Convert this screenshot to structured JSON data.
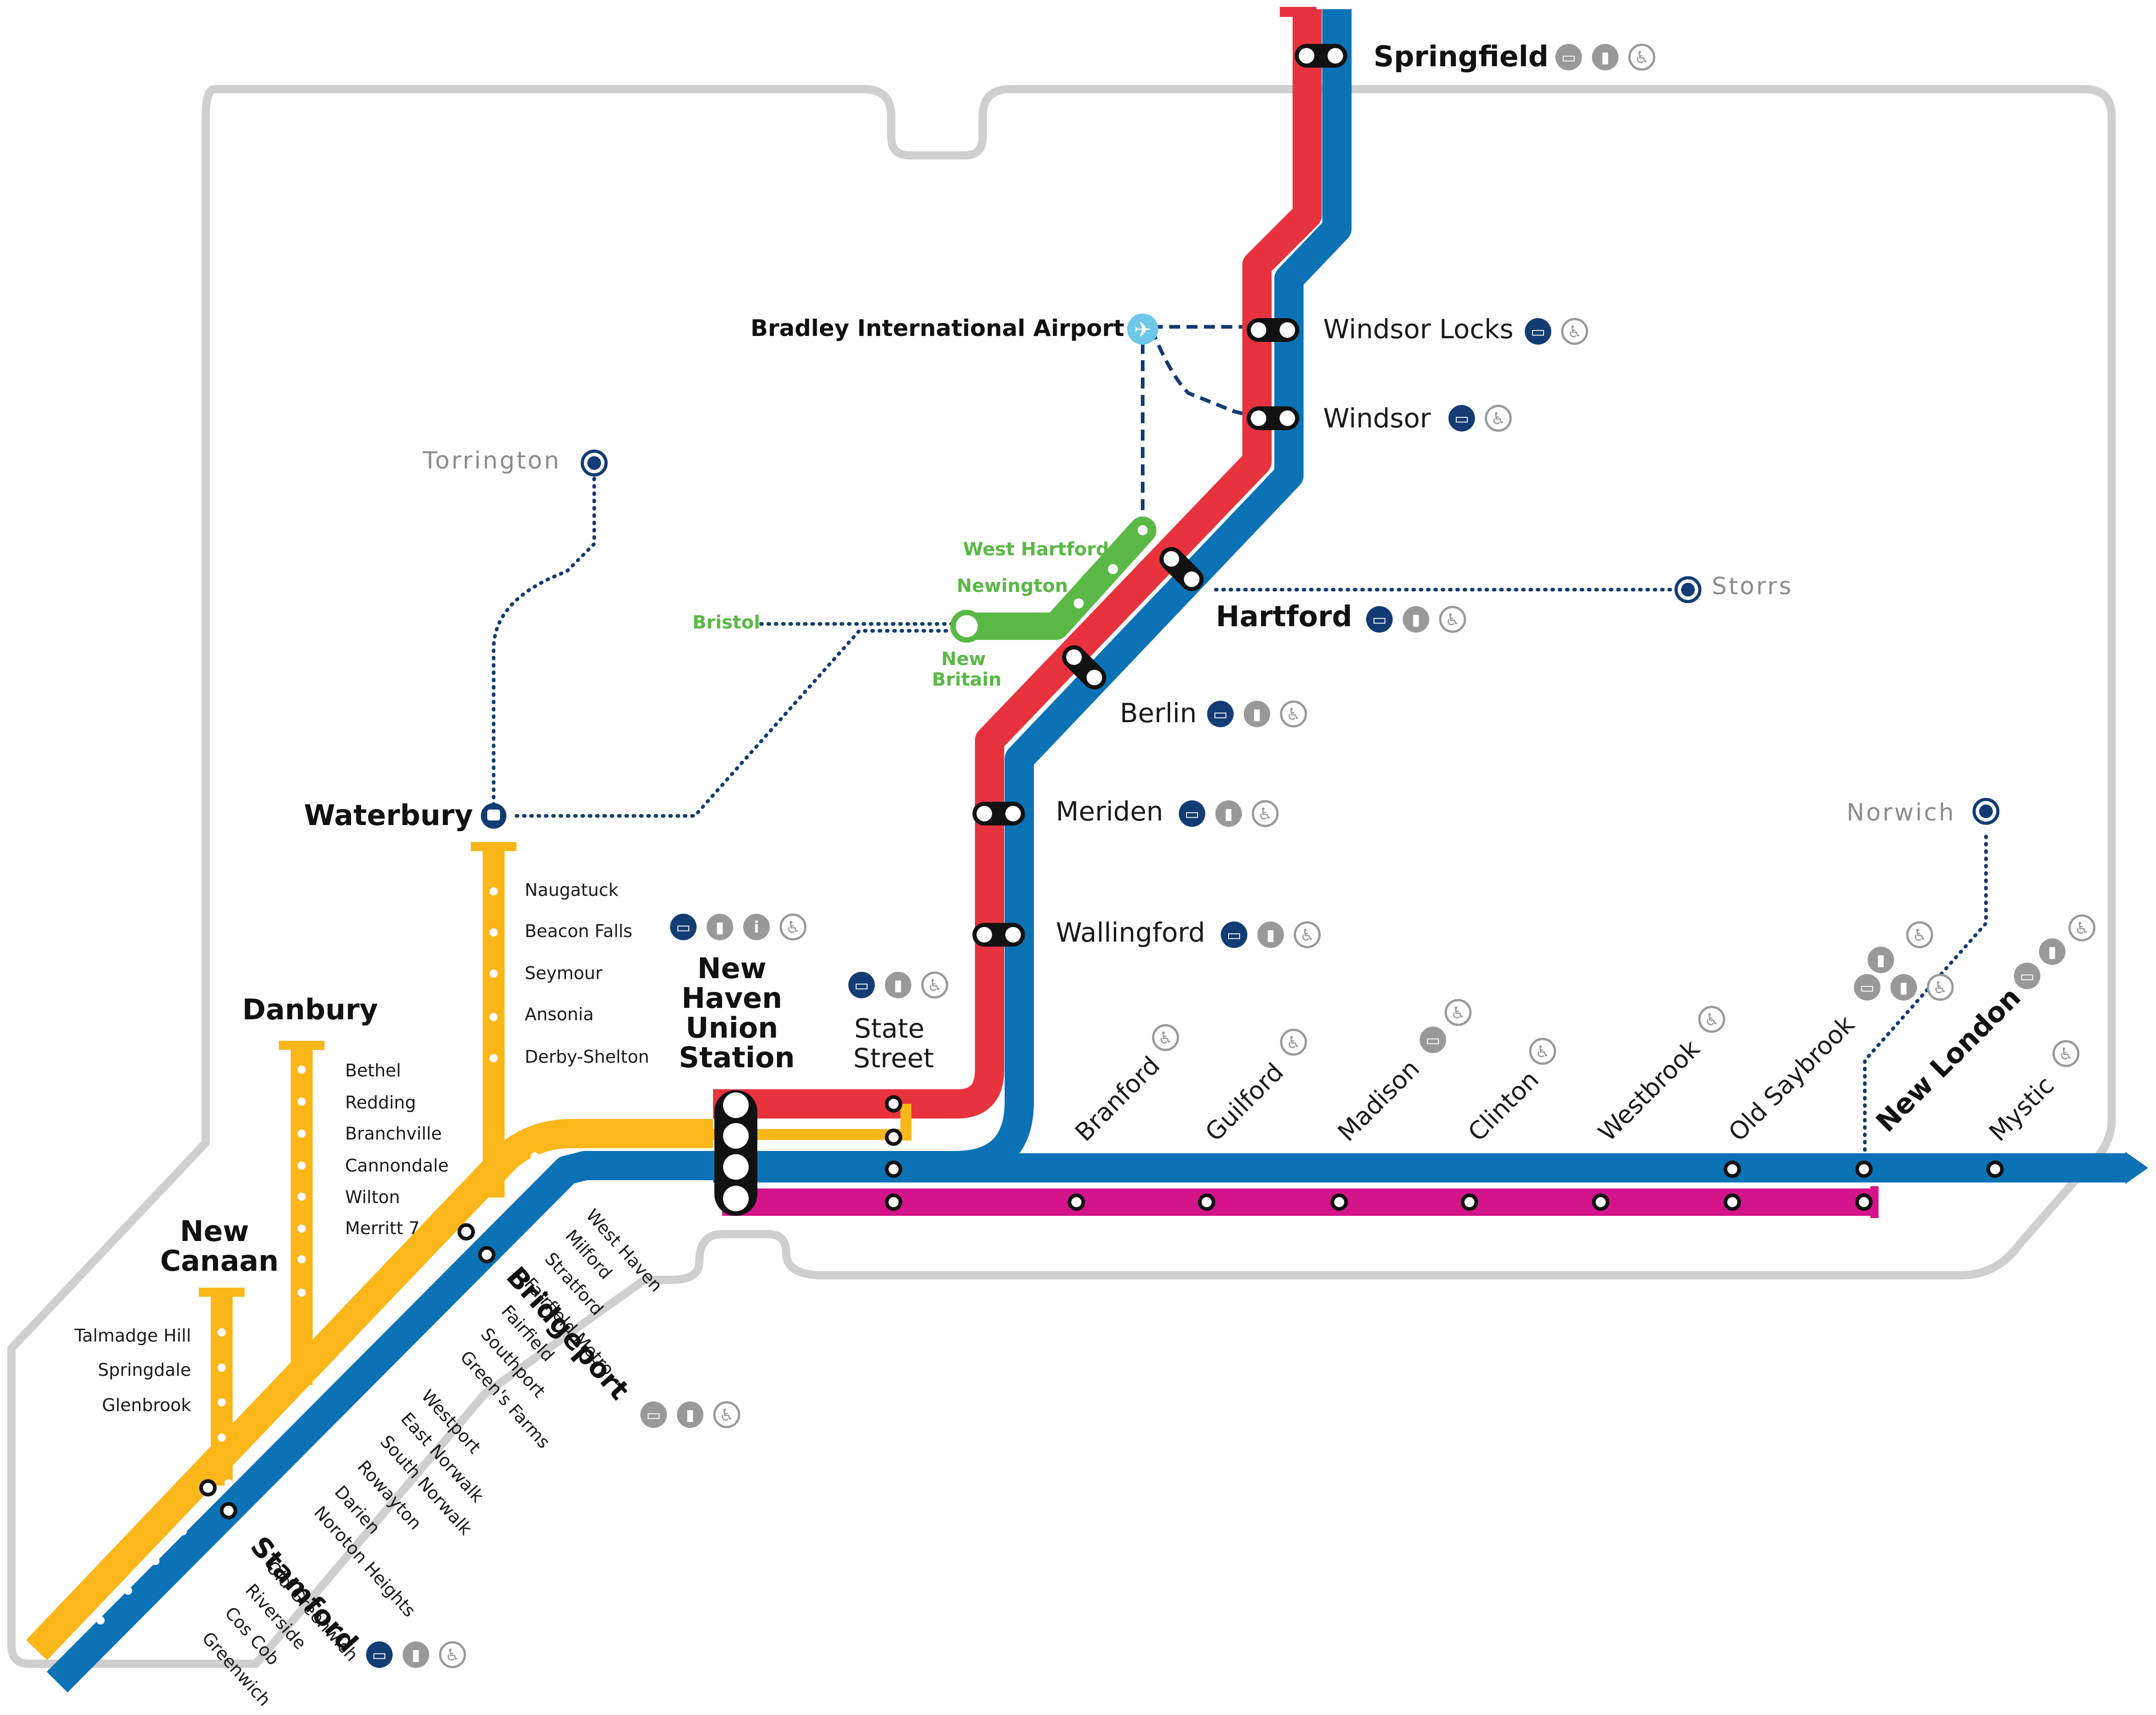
{
  "colors": {
    "red_line": "#e8333f",
    "blue_line": "#0a72b5",
    "yellow_line": "#fbb619",
    "green_line": "#5ab946",
    "magenta_line": "#d3148a",
    "connector_navy": "#123c73",
    "grey_icon": "#999999",
    "state_outline": "#d2d2d2",
    "airport_icon": "#6cc7e8"
  },
  "stations": {
    "springfield": "Springfield",
    "windsor_locks": "Windsor Locks",
    "windsor": "Windsor",
    "hartford": "Hartford",
    "berlin": "Berlin",
    "meriden": "Meriden",
    "wallingford": "Wallingford",
    "new_haven_union": [
      "New",
      "Haven",
      "Union",
      "Station"
    ],
    "state_street": [
      "State",
      "Street"
    ],
    "airport": "Bradley International Airport",
    "torrington": "Torrington",
    "storrs": "Storrs",
    "norwich": "Norwich",
    "waterbury": "Waterbury",
    "danbury": "Danbury",
    "new_canaan": [
      "New",
      "Canaan"
    ],
    "bridgeport": "Bridgeport",
    "stamford": "Stamford",
    "new_london": "New London"
  },
  "green_stations": {
    "west_hartford": "West Hartford",
    "newington": "Newington",
    "bristol": "Bristol",
    "new_britain": [
      "New",
      "Britain"
    ]
  },
  "waterbury_branch": [
    "Naugatuck",
    "Beacon Falls",
    "Seymour",
    "Ansonia",
    "Derby-Shelton"
  ],
  "danbury_branch": [
    "Bethel",
    "Redding",
    "Branchville",
    "Cannondale",
    "Wilton",
    "Merritt 7"
  ],
  "new_canaan_branch": [
    "Talmadge Hill",
    "Springdale",
    "Glenbrook"
  ],
  "new_haven_line": [
    "West Haven",
    "Milford",
    "Stratford",
    "Fairfield Metro",
    "Fairfield",
    "Southport",
    "Green's Farms",
    "Westport",
    "East Norwalk",
    "South Norwalk",
    "Rowayton",
    "Darien",
    "Noroton Heights",
    "Old Greenwich",
    "Riverside",
    "Cos Cob",
    "Greenwich"
  ],
  "shore_line_east": [
    "Branford",
    "Guilford",
    "Madison",
    "Clinton",
    "Westbrook",
    "Old Saybrook",
    "Mystic"
  ],
  "amenity_icons": {
    "bus": "bus-icon",
    "parking": "parking-icon",
    "info": "info-icon",
    "accessible": "wheelchair-icon",
    "airport": "airplane-icon",
    "connection": "connection-icon"
  },
  "amenity_glyphs": {
    "bus": "▭",
    "parking": "▮",
    "info": "i",
    "accessible": "♿",
    "airport": "✈"
  }
}
